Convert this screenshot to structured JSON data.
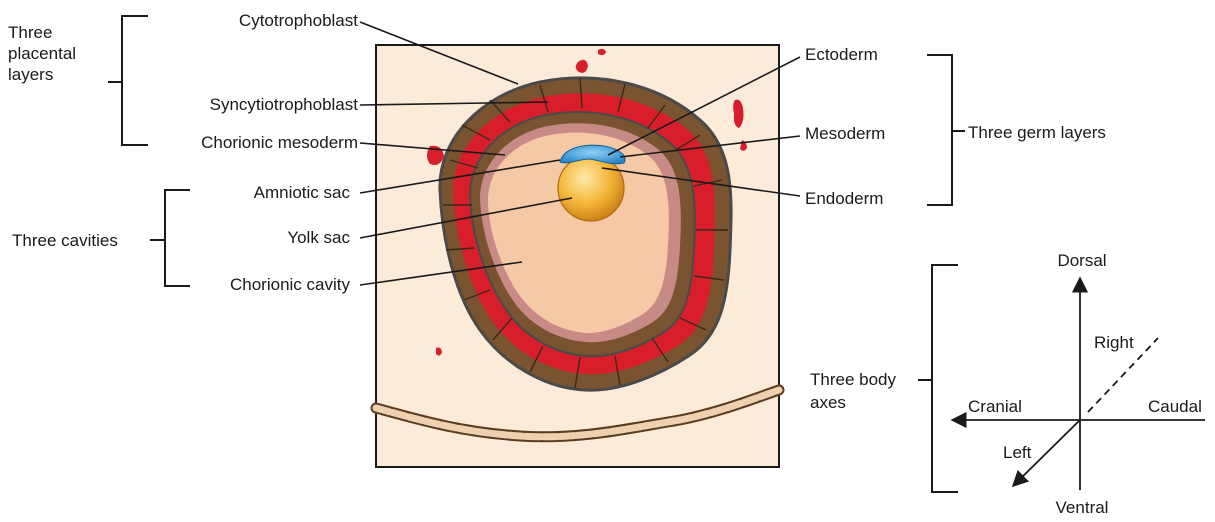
{
  "placental_group": {
    "label_lines": [
      "Three",
      "placental",
      "layers"
    ],
    "items": [
      "Cytotrophoblast",
      "Syncytiotrophoblast",
      "Chorionic mesoderm"
    ]
  },
  "cavities_group": {
    "label": "Three cavities",
    "items": [
      "Amniotic sac",
      "Yolk sac",
      "Chorionic cavity"
    ]
  },
  "germ_group": {
    "label": "Three germ layers",
    "items": [
      "Ectoderm",
      "Mesoderm",
      "Endoderm"
    ]
  },
  "axes_group": {
    "label_lines": [
      "Three body",
      "axes"
    ],
    "dorsal": "Dorsal",
    "ventral": "Ventral",
    "cranial": "Cranial",
    "caudal": "Caudal",
    "right": "Right",
    "left": "Left"
  },
  "colors": {
    "panel_bg": "#fcebd9",
    "blood": "#d81e2a",
    "trophoblast": "#7a5330",
    "chorionic_cavity": "#f5c9a6",
    "mesoderm_pink": "#c88a86",
    "yolk": "#f2b233",
    "ectoderm": "#2e8fcf"
  }
}
